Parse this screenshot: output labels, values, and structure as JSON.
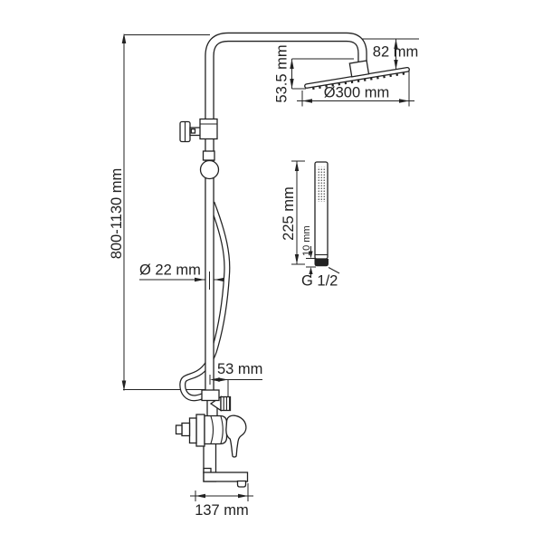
{
  "diagram": {
    "type": "technical-drawing",
    "subject": "shower-system-with-rain-head-hand-shower-and-mixer",
    "ink_color": "#222222",
    "background": "#ffffff",
    "labels": {
      "height_range": "800-1130 mm",
      "head_offset": "82 mm",
      "head_height": "53.5 mm",
      "head_diameter": "Ø300 mm",
      "pipe_diameter": "Ø 22 mm",
      "outlet_offset": "53 mm",
      "spout_length": "137 mm",
      "handshower_length": "225 mm",
      "connector_length": "10 mm",
      "thread_size": "G 1/2"
    }
  }
}
